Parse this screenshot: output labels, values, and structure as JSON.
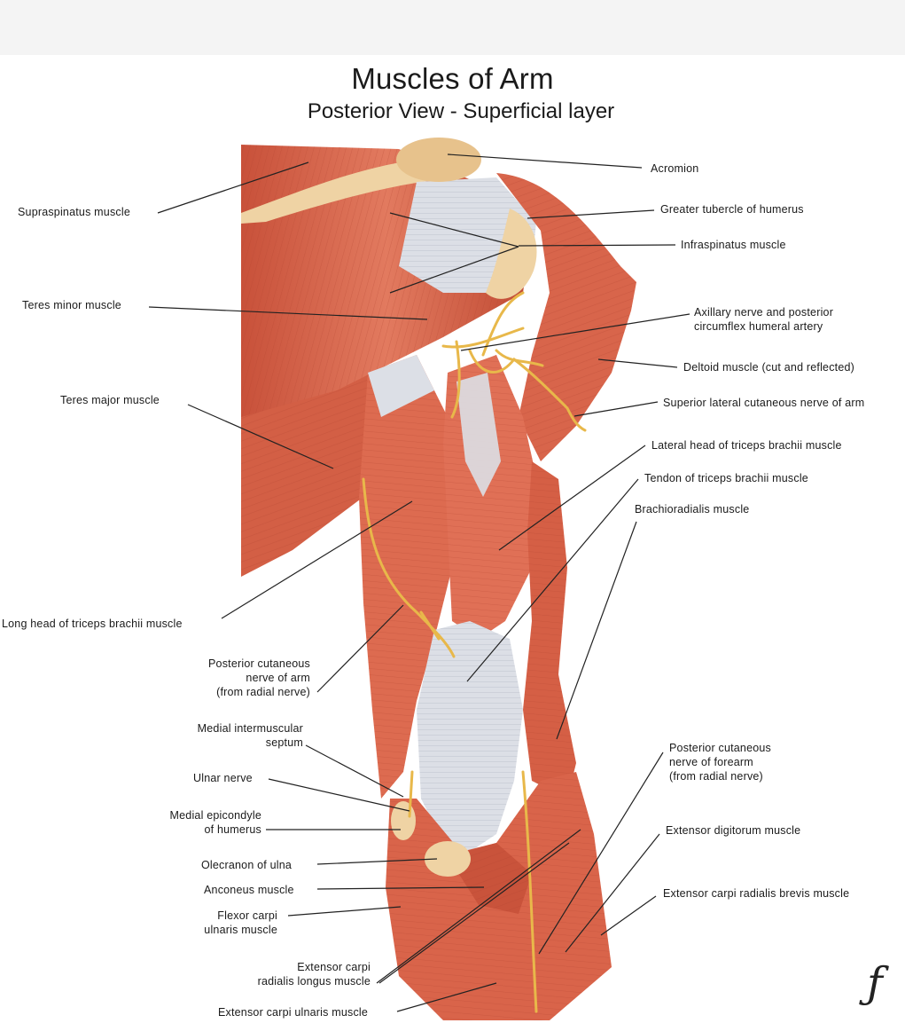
{
  "title": "Muscles of Arm",
  "subtitle": "Posterior View - Superficial layer",
  "labels": {
    "acromion": "Acromion",
    "greater_tubercle": "Greater tubercle of humerus",
    "infraspinatus": "Infraspinatus muscle",
    "axillary_1": "Axillary nerve and posterior",
    "axillary_2": "circumflex humeral artery",
    "deltoid": "Deltoid muscle (cut and reflected)",
    "sup_lat_cut": "Superior lateral cutaneous nerve of arm",
    "lateral_head": "Lateral head of triceps brachii muscle",
    "tendon_triceps": "Tendon of triceps brachii muscle",
    "brachioradialis": "Brachioradialis muscle",
    "post_cut_forearm_1": "Posterior cutaneous",
    "post_cut_forearm_2": "nerve of forearm",
    "post_cut_forearm_3": "(from radial nerve)",
    "ext_digitorum": "Extensor digitorum muscle",
    "ext_carpi_rad_brevis": "Extensor carpi radialis brevis muscle",
    "supraspinatus": "Supraspinatus muscle",
    "teres_minor": "Teres minor muscle",
    "teres_major": "Teres major muscle",
    "long_head": "Long head of triceps brachii muscle",
    "post_cut_arm_1": "Posterior cutaneous",
    "post_cut_arm_2": "nerve of arm",
    "post_cut_arm_3": "(from radial nerve)",
    "medial_septum_1": "Medial intermuscular",
    "medial_septum_2": "septum",
    "ulnar_nerve": "Ulnar nerve",
    "medial_epicondyle_1": "Medial epicondyle",
    "medial_epicondyle_2": "of humerus",
    "olecranon": "Olecranon of ulna",
    "anconeus": "Anconeus muscle",
    "flexor_carpi_1": "Flexor carpi",
    "flexor_carpi_2": "ulnaris muscle",
    "ext_carpi_rad_longus_1": "Extensor carpi",
    "ext_carpi_rad_longus_2": "radialis longus muscle",
    "ext_carpi_ulnaris": "Extensor carpi ulnaris muscle"
  },
  "colors": {
    "muscle": "#d9644a",
    "muscle_dark": "#b9442e",
    "muscle_light": "#ec9a7e",
    "tendon": "#dcdfe6",
    "bone": "#efd3a4",
    "nerve": "#e8b84a",
    "leader": "#222222"
  }
}
